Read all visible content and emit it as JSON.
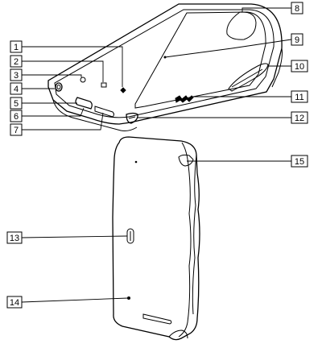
{
  "callouts": [
    "1",
    "2",
    "3",
    "4",
    "5",
    "6",
    "7",
    "8",
    "9",
    "10",
    "11",
    "12",
    "13",
    "14",
    "15"
  ],
  "colors": {
    "stroke": "#000000",
    "background": "#ffffff"
  },
  "button_icons": [
    "home-icon",
    "back-icon",
    "option-icon"
  ]
}
